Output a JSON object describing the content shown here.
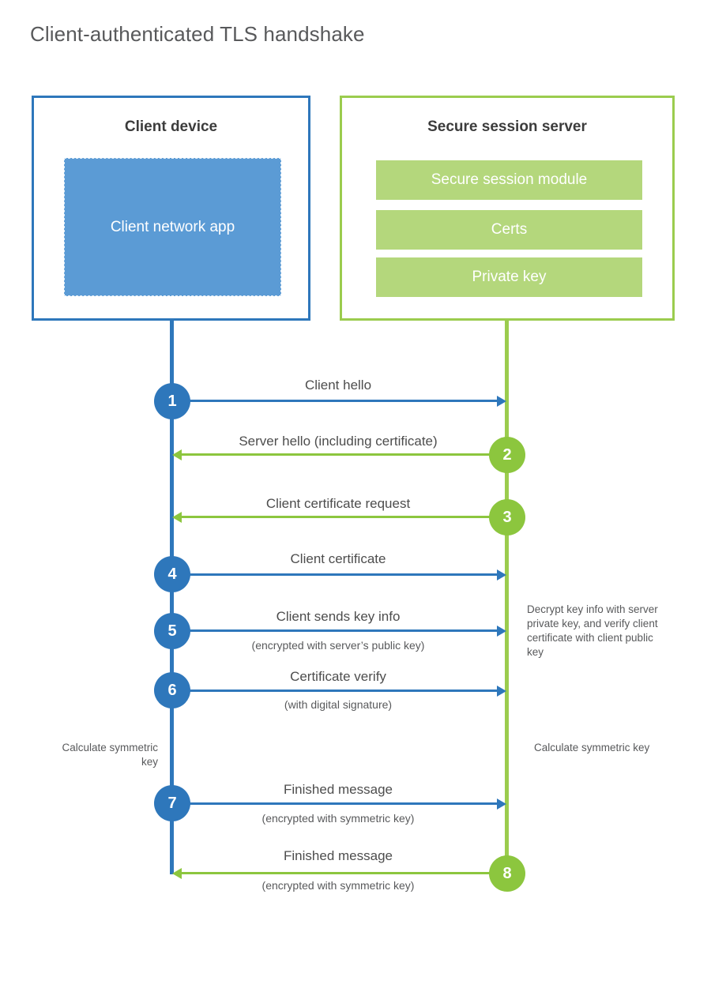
{
  "title": "Client-authenticated TLS handshake",
  "colors": {
    "client_blue": "#2e77bb",
    "client_app_fill": "#5b9bd5",
    "server_green": "#9bcc4e",
    "server_bar_fill": "#b4d77c",
    "arrow_green": "#8cc63e",
    "text": "#4d4d4d",
    "title_text": "#58595b"
  },
  "client_panel": {
    "title": "Client device",
    "app_label": "Client network app"
  },
  "server_panel": {
    "title": "Secure session server",
    "bars": [
      {
        "label": "Secure session module"
      },
      {
        "label": "Certs"
      },
      {
        "label": "Private key"
      }
    ]
  },
  "steps": [
    {
      "number": "1",
      "label": "Client hello",
      "sublabel": "",
      "direction": "client-to-server",
      "color": "blue"
    },
    {
      "number": "2",
      "label": "Server hello (including certificate)",
      "sublabel": "",
      "direction": "server-to-client",
      "color": "green"
    },
    {
      "number": "3",
      "label": "Client certificate request",
      "sublabel": "",
      "direction": "server-to-client",
      "color": "green"
    },
    {
      "number": "4",
      "label": "Client certificate",
      "sublabel": "",
      "direction": "client-to-server",
      "color": "blue"
    },
    {
      "number": "5",
      "label": "Client sends key info",
      "sublabel": "(encrypted with server’s public key)",
      "direction": "client-to-server",
      "color": "blue"
    },
    {
      "number": "6",
      "label": "Certificate verify",
      "sublabel": "(with digital signature)",
      "direction": "client-to-server",
      "color": "blue"
    },
    {
      "number": "7",
      "label": "Finished message",
      "sublabel": "(encrypted with symmetric key)",
      "direction": "client-to-server",
      "color": "blue"
    },
    {
      "number": "8",
      "label": "Finished message",
      "sublabel": "(encrypted with symmetric key)",
      "direction": "server-to-client",
      "color": "green"
    }
  ],
  "notes": {
    "server_decrypt": "Decrypt key info with server private key, and verify client certificate with client public key",
    "client_calculate": "Calculate symmetric key",
    "server_calculate": "Calculate symmetric key"
  }
}
